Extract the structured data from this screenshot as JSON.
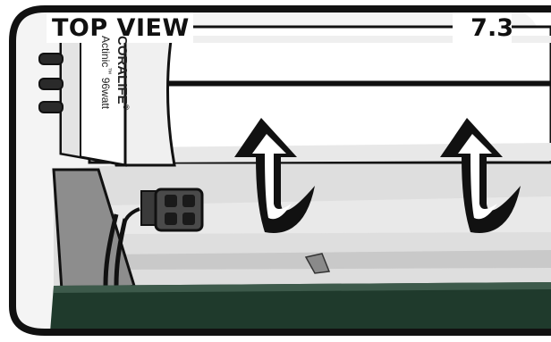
{
  "header": {
    "title": "TOP VIEW",
    "step": "7.3"
  },
  "bulb": {
    "brand": "CORALIFE",
    "brand_mark": "®",
    "type": "Actinic",
    "type_mark": "™",
    "wattage": "96watt"
  },
  "colors": {
    "frame": "#111111",
    "bulb": "#ffffff",
    "rail": "#d6d6d6",
    "base_strip": "#1f3a2c"
  }
}
